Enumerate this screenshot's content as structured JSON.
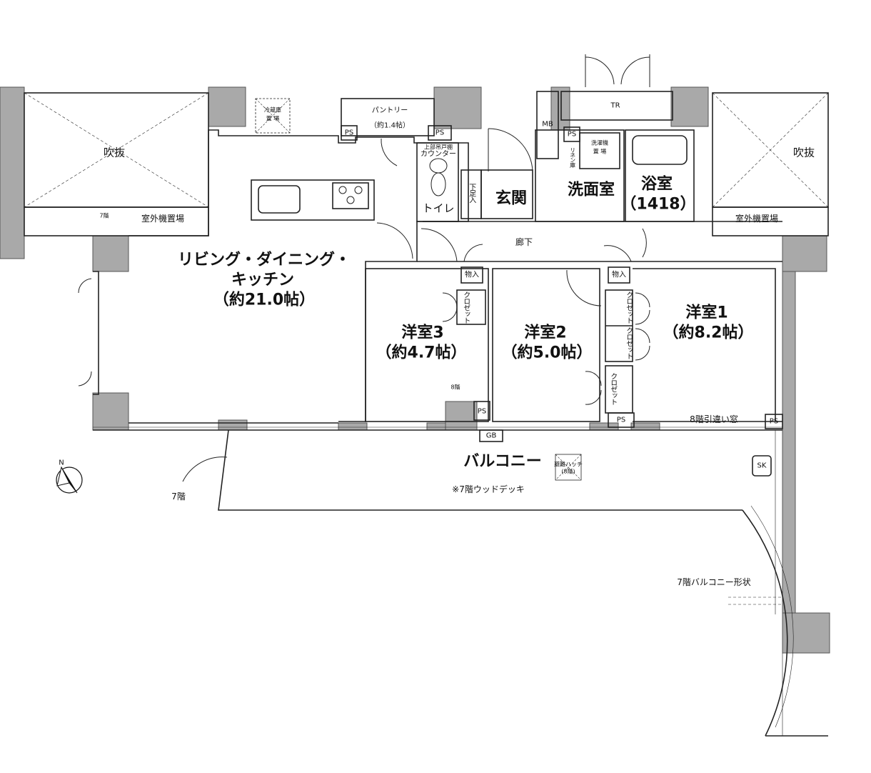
{
  "rooms": {
    "ldk_line1": "リビング・ダイニング・",
    "ldk_line2": "キッチン",
    "ldk_area": "（約21.0帖）",
    "room1_name": "洋室1",
    "room1_area": "（約8.2帖）",
    "room2_name": "洋室2",
    "room2_area": "（約5.0帖）",
    "room3_name": "洋室3",
    "room3_area": "（約4.7帖）",
    "washroom": "洗面室",
    "bath_name": "浴室",
    "bath_size": "（1418）",
    "entrance": "玄関",
    "toilet": "トイレ",
    "hallway": "廊下",
    "balcony": "バルコニー"
  },
  "labels": {
    "void_left": "吹抜",
    "void_right": "吹抜",
    "ac_left": "室外機置場",
    "ac_right": "室外機置場",
    "pantry": "パントリー",
    "pantry_area": "（約1.4帖）",
    "fridge_1": "冷蔵庫",
    "fridge_2": "置 場",
    "counter_1": "上部吊戸棚",
    "counter_2": "カウンター",
    "washer_1": "洗濯機",
    "washer_2": "置 場",
    "linen": "リネン庫",
    "shoes": "下足入",
    "tr": "TR",
    "mb": "MB",
    "ps": "PS",
    "gb": "GB",
    "sk": "SK",
    "storage": "物入",
    "closet": "クロゼット",
    "floor7_small": "7階",
    "floor8_small": "8階",
    "floor7": "7階",
    "sliding_window": "8階引違い窓",
    "hatch_1": "避難ハッチ",
    "hatch_2": "(8階)",
    "wood_deck": "※7階ウッドデッキ",
    "balcony_shape": "7階バルコニー形状"
  },
  "compass": {
    "label": "N"
  },
  "colors": {
    "wall": "#a9a9a9",
    "line": "#222222",
    "thin": "#555555"
  }
}
